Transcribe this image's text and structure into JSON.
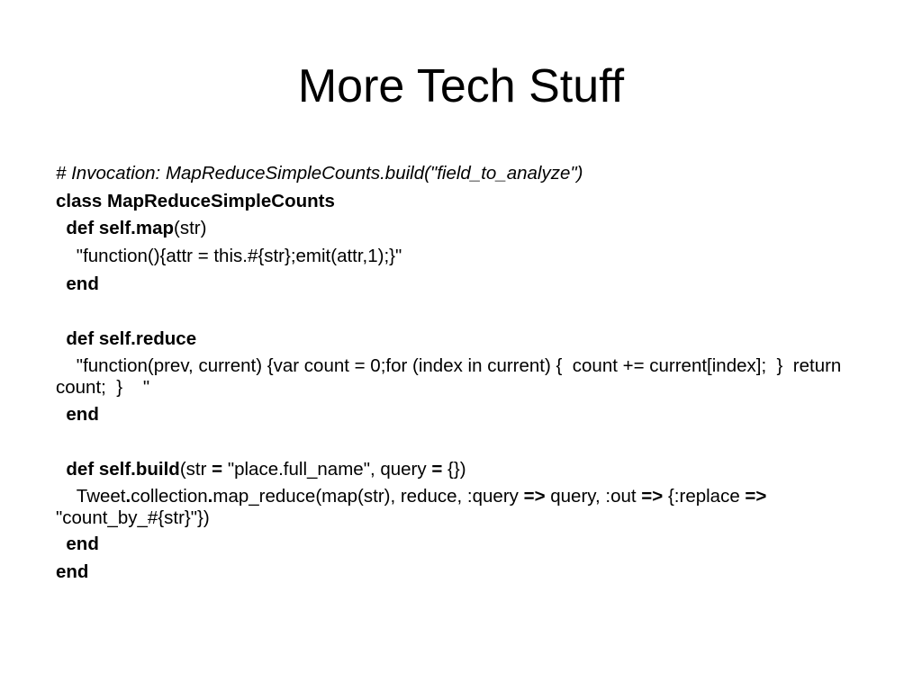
{
  "slide": {
    "title": "More Tech Stuff"
  },
  "code": {
    "comment": "# Invocation: MapReduceSimpleCounts.build(\"field_to_analyze\")",
    "class_kw": "class MapReduceSimpleCounts",
    "map_def_kw": "  def self.map",
    "map_def_args": "(str)",
    "map_body": "    \"function(){attr = this.#{str};emit(attr,1);}\"",
    "map_end": "  end",
    "reduce_def_kw": "  def self.reduce",
    "reduce_body": "    \"function(prev, current) {var count = 0;for (index in current) {  count += current[index];  }  return count;  }    \"",
    "reduce_end": "  end",
    "build_def_kw": "  def self.build",
    "build_args_1": "(str ",
    "build_eq_1": "=",
    "build_args_2": " \"place.full_name\", query ",
    "build_eq_2": "=",
    "build_args_3": " {})",
    "build_body_1": "    Tweet",
    "build_dot_1": ".",
    "build_body_2": "collection",
    "build_dot_2": ".",
    "build_body_3": "map_reduce(map(str), reduce, :query ",
    "build_arrow_1": "=>",
    "build_body_4": " query, :out ",
    "build_arrow_2": "=>",
    "build_body_5": " {:replace ",
    "build_arrow_3": "=>",
    "build_body_6": " \"count_by_#{str}\"})",
    "build_end": "  end",
    "class_end": "end"
  }
}
